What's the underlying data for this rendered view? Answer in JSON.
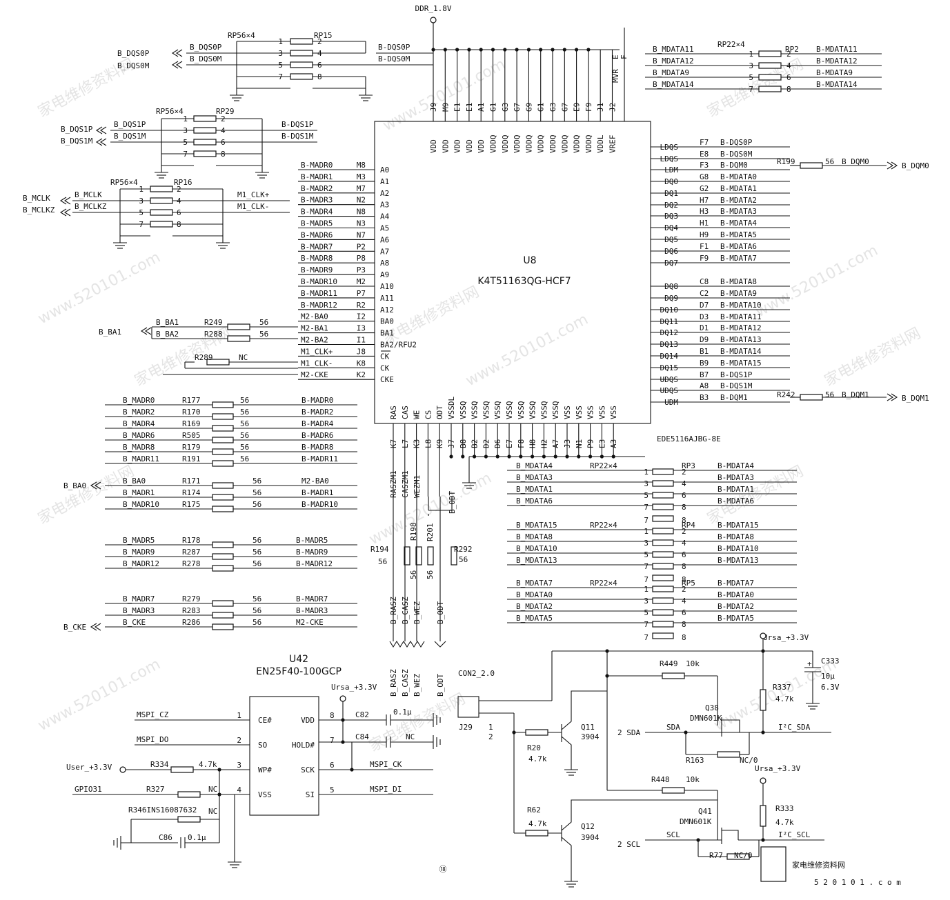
{
  "ddr_rail": "DDR_1.8V",
  "u8": {
    "ref": "U8",
    "part": "K4T51163QG-HCF7",
    "alt_part": "EDE5116AJBG-8E",
    "top_balls": [
      "J9",
      "M9",
      "E1",
      "E1",
      "A1",
      "G1",
      "G3",
      "G7",
      "G9",
      "G1",
      "G3",
      "G7",
      "E9",
      "F9",
      "J1",
      "J2"
    ],
    "top_names": [
      "VDD",
      "VDD",
      "VDD",
      "VDD",
      "VDD",
      "VDDQ",
      "VDDQ",
      "VDDQ",
      "VDDQ",
      "VDDQ",
      "VDDQ",
      "VDDQ",
      "VDDQ",
      "VDDQ",
      "VDDL",
      "VREF"
    ],
    "bottom_balls": [
      "K7",
      "L7",
      "K3",
      "L8",
      "K9",
      "J7",
      "B8",
      "B2",
      "D2",
      "D6",
      "E7",
      "F8",
      "H8",
      "H2",
      "A7",
      "J3",
      "N1",
      "P9",
      "E3",
      "A3"
    ],
    "bottom_names": [
      "RAS",
      "CAS",
      "WE",
      "CS",
      "ODT",
      "VSSDL",
      "VSSQ",
      "VSSQ",
      "VSSQ",
      "VSSQ",
      "VSSQ",
      "VSSQ",
      "VSSQ",
      "VSSQ",
      "VSSQ",
      "VSS",
      "VSS",
      "VSS",
      "VSS",
      "VSS"
    ],
    "left_names": [
      "A0",
      "A1",
      "A2",
      "A3",
      "A4",
      "A5",
      "A6",
      "A7",
      "A8",
      "A9",
      "A10",
      "A11",
      "A12",
      "BA0",
      "BA1",
      "BA2/RFU2",
      "CK",
      "CK",
      "CKE"
    ],
    "left_balls": [
      "M8",
      "M3",
      "M7",
      "N2",
      "N8",
      "N3",
      "N7",
      "P2",
      "P8",
      "P3",
      "M2",
      "P7",
      "R2",
      "I2",
      "I3",
      "I1",
      "J8",
      "K8",
      "K2"
    ],
    "left_nets": [
      "B-MADR0",
      "B-MADR1",
      "B-MADR2",
      "B-MADR3",
      "B-MADR4",
      "B-MADR5",
      "B-MADR6",
      "B-MADR7",
      "B-MADR8",
      "B-MADR9",
      "B-MADR10",
      "B-MADR11",
      "B-MADR12",
      "M2-BA0",
      "M2-BA1",
      "M2-BA2",
      "M1_CLK+",
      "M1_CLK-",
      "M2-CKE"
    ],
    "right_names": [
      "LDQS",
      "LDQS",
      "LDM",
      "DQ0",
      "DQ1",
      "DQ2",
      "DQ3",
      "DQ4",
      "DQ5",
      "DQ6",
      "DQ7",
      "DQ8",
      "DQ9",
      "DQ10",
      "DQ11",
      "DQ12",
      "DQ13",
      "DQ14",
      "DQ15",
      "UDQS",
      "UDQS",
      "UDM"
    ],
    "right_balls": [
      "F7",
      "E8",
      "F3",
      "G8",
      "G2",
      "H7",
      "H3",
      "H1",
      "H9",
      "F1",
      "F9",
      "C8",
      "C2",
      "D7",
      "D3",
      "D1",
      "D9",
      "B1",
      "B9",
      "B7",
      "A8",
      "B3"
    ],
    "right_nets": [
      "B-DQS0P",
      "B-DQS0M",
      "B-DQM0",
      "B-MDATA0",
      "B-MDATA1",
      "B-MDATA2",
      "B-MDATA3",
      "B-MDATA4",
      "B-MDATA5",
      "B-MDATA6",
      "B-MDATA7",
      "B-MDATA8",
      "B-MDATA9",
      "B-MDATA10",
      "B-MDATA11",
      "B-MDATA12",
      "B-MDATA13",
      "B-MDATA14",
      "B-MDATA15",
      "B-DQS1P",
      "B-DQS1M",
      "B-DQM1"
    ],
    "top_right_labels": [
      "MVR",
      "E",
      "F"
    ]
  },
  "rp15": {
    "type": "RP56×4",
    "ref": "RP15",
    "left": [
      "B_DQS0P",
      "B_DQS0M"
    ],
    "right": [
      "B-DQS0P",
      "B-DQS0M"
    ]
  },
  "rp29": {
    "type": "RP56×4",
    "ref": "RP29",
    "left": [
      "B_DQS1P",
      "B_DQS1M"
    ],
    "right": [
      "B-DQS1P",
      "B-DQS1M"
    ]
  },
  "rp16": {
    "type": "RP56×4",
    "ref": "RP16",
    "left": [
      "B_MCLK",
      "B_MCLKZ"
    ],
    "inner": [
      "B_MCLK",
      "B_MCLKZ"
    ],
    "right": [
      "M1_CLK+",
      "M1_CLK-"
    ]
  },
  "pin_nums": [
    "1",
    "2",
    "3",
    "4",
    "5",
    "6",
    "7",
    "8"
  ],
  "rp2": {
    "type": "RP22×4",
    "ref": "RP2",
    "left": [
      "B_MDATA11",
      "B_MDATA12",
      "B_MDATA9",
      "B_MDATA14"
    ],
    "right": [
      "B-MDATA11",
      "B-MDATA12",
      "B-MDATA9",
      "B-MDATA14"
    ]
  },
  "rp3": {
    "type": "RP22×4",
    "ref": "RP3",
    "left": [
      "B_MDATA4",
      "B_MDATA3",
      "B_MDATA1",
      "B_MDATA6"
    ],
    "right": [
      "B-MDATA4",
      "B-MDATA3",
      "B-MDATA1",
      "B-MDATA6"
    ]
  },
  "rp4": {
    "type": "RP22×4",
    "ref": "RP4",
    "left": [
      "B_MDATA15",
      "B_MDATA8",
      "B_MDATA10",
      "B_MDATA13"
    ],
    "right": [
      "B-MDATA15",
      "B-MDATA8",
      "B-MDATA10",
      "B-MDATA13"
    ]
  },
  "rp5": {
    "type": "RP22×4",
    "ref": "RP5",
    "left": [
      "B_MDATA7",
      "B_MDATA0",
      "B_MDATA2",
      "B_MDATA5"
    ],
    "right": [
      "B-MDATA7",
      "B-MDATA0",
      "B-MDATA2",
      "B-MDATA5"
    ]
  },
  "ba": {
    "port": "B_BA1",
    "nets": [
      "B_BA1",
      "B_BA2"
    ],
    "refs": [
      "R249",
      "R288"
    ],
    "vals": [
      "56",
      "56"
    ]
  },
  "r289": {
    "ref": "R289",
    "val": "NC"
  },
  "r199": {
    "ref": "R199",
    "val": "56",
    "net": "B_DQM0",
    "port": "B_DQM0"
  },
  "r242": {
    "ref": "R242",
    "val": "56",
    "net": "B_DQM1",
    "port": "B_DQM1"
  },
  "addr_groups": [
    {
      "left": [
        "B_MADR0",
        "B_MADR2",
        "B_MADR4",
        "B_MADR6",
        "B_MADR8",
        "B_MADR11"
      ],
      "refs": [
        "R177",
        "R170",
        "R169",
        "R505",
        "R179",
        "R191"
      ],
      "right": [
        "B-MADR0",
        "B-MADR2",
        "B-MADR4",
        "B-MADR6",
        "B-MADR8",
        "B-MADR11"
      ]
    },
    {
      "left": [
        "B_BA0",
        "B_MADR1",
        "B_MADR10"
      ],
      "refs": [
        "R171",
        "R174",
        "R175"
      ],
      "right": [
        "M2-BA0",
        "B-MADR1",
        "B-MADR10"
      ]
    },
    {
      "left": [
        "B_MADR5",
        "B_MADR9",
        "B_MADR12"
      ],
      "refs": [
        "R178",
        "R287",
        "R278"
      ],
      "right": [
        "B-MADR5",
        "B-MADR9",
        "B-MADR12"
      ]
    },
    {
      "left": [
        "B_MADR7",
        "B_MADR3",
        "B_CKE"
      ],
      "refs": [
        "R279",
        "R283",
        "R286"
      ],
      "right": [
        "B-MADR7",
        "B-MADR3",
        "M2-CKE"
      ]
    }
  ],
  "r56": "56",
  "port_ba0": "B_BA0",
  "port_cke": "B_CKE",
  "ctrl": {
    "vert": [
      "RASZM1",
      "CASZM1",
      "WEZM1",
      "B_ODT"
    ],
    "refs": [
      "R194",
      "R198",
      "R201",
      "R292"
    ],
    "vals": [
      "56",
      "56",
      "56",
      "56"
    ],
    "bot": [
      "B_RASZ",
      "B_CASZ",
      "B_WEZ",
      "B_ODT"
    ],
    "bot2": [
      "B_RASZ",
      "B_CASZ",
      "B_WEZ",
      "B_ODT"
    ]
  },
  "u42": {
    "ref": "U42",
    "part": "EN25F40-100GCP",
    "lpins": [
      "CE#",
      "SO",
      "WP#",
      "VSS"
    ],
    "rpins": [
      "VDD",
      "HOLD#",
      "SCK",
      "SI"
    ],
    "lnums": [
      "1",
      "2",
      "3",
      "4"
    ],
    "rnums": [
      "8",
      "7",
      "6",
      "5"
    ],
    "nets": [
      "MSPI_CZ",
      "MSPI_DO",
      "MSPI_CK",
      "MSPI_DI"
    ],
    "rail": "Ursa_+3.3V",
    "user_rail": "User_+3.3V",
    "gpio": "GPIO31",
    "r334": "R334",
    "r334v": "4.7k",
    "r327": "R327",
    "nc": "NC",
    "r346": "R346INS16087632",
    "c82": "C82",
    "c82v": "0.1μ",
    "c84": "C84",
    "c86": "C86",
    "c86v": "0.1μ"
  },
  "con": {
    "ref": "CON2_2.0",
    "j": "J29",
    "pins": [
      "1",
      "2"
    ]
  },
  "q": {
    "q11": "Q11",
    "q12": "Q12",
    "qt": "3904",
    "r20": "R20",
    "r62": "R62",
    "rv": "4.7k",
    "q38": "Q38",
    "q41": "Q41",
    "mos": "DMN601K",
    "r449": "R449",
    "r448": "R448",
    "rv10": "10k",
    "r337": "R337",
    "r333": "R333",
    "r163": "R163",
    "r77": "R77",
    "nc0": "NC/0",
    "c333": "C333",
    "c333v": "10μ",
    "c333v2": "6.3V",
    "rail": "Ursa_+3.3V",
    "sda": "2 SDA",
    "scl": "2 SCL",
    "sda_in": "SDA",
    "scl_in": "SCL",
    "i2c_sda": "I²C_SDA",
    "i2c_scl": "I²C_SCL"
  },
  "page_num": "⑱",
  "watermark": {
    "site": "www.520101.com",
    "cn": "家电维修资料网",
    "logo": "家电维修资料网",
    "logo_url": "5 2 0 1 0 1 . c o m"
  }
}
